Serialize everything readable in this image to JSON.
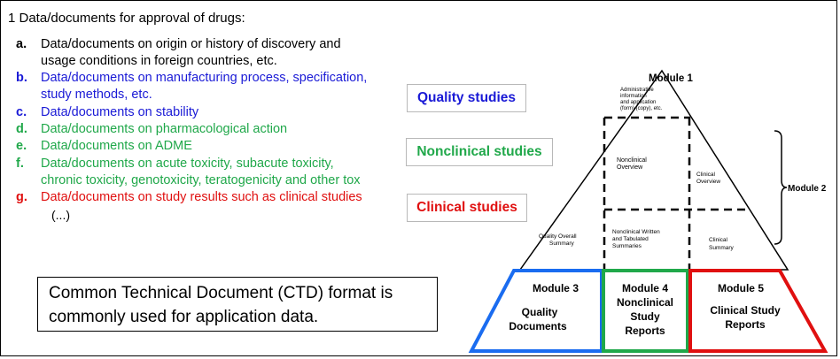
{
  "heading": "1 Data/documents for approval of drugs:",
  "items": [
    {
      "letter": "a.",
      "line1": "Data/documents on origin or history of discovery and",
      "line2": "usage conditions in foreign countries, etc.",
      "color": "#000000"
    },
    {
      "letter": "b.",
      "line1": "Data/documents on manufacturing process, specification,",
      "line2": "study methods, etc.",
      "color": "#1a1ad6"
    },
    {
      "letter": "c.",
      "line1": "Data/documents on stability",
      "color": "#1a1ad6"
    },
    {
      "letter": "d.",
      "line1": "Data/documents on pharmacological action",
      "color": "#20a84a"
    },
    {
      "letter": "e.",
      "line1": "Data/documents on ADME",
      "color": "#20a84a"
    },
    {
      "letter": "f.",
      "line1": "Data/documents on acute toxicity, subacute toxicity,",
      "line2": "chronic toxicity, genotoxicity, teratogenicity and other tox",
      "color": "#20a84a"
    },
    {
      "letter": "g.",
      "line1": "Data/documents on study results such as clinical studies",
      "color": "#e01010"
    }
  ],
  "ellipsis": "(...)",
  "badges": {
    "quality": {
      "label": "Quality studies",
      "color": "#1a1ad6"
    },
    "nonclinical": {
      "label": "Nonclinical studies",
      "color": "#20a84a"
    },
    "clinical": {
      "label": "Clinical studies",
      "color": "#e01010"
    }
  },
  "ctd_note": {
    "line1": "Common Technical Document (CTD) format is",
    "line2": "commonly used for application data."
  },
  "pyramid": {
    "module1": {
      "title": "Module 1",
      "desc1": "Administrative",
      "desc2": "information",
      "desc3": "and application",
      "desc4": "(form) (copy), etc."
    },
    "module2_label": "Module 2",
    "cells": {
      "nonclinical_overview1": "Nonclinical",
      "nonclinical_overview2": "Overview",
      "clinical_overview1": "Clinical",
      "clinical_overview2": "Overview",
      "quality_summary1": "Quality Overall",
      "quality_summary2": "Summary",
      "nonclinical_written1": "Nonclinical Written",
      "nonclinical_written2": "and Tabulated",
      "nonclinical_written3": "Summaries",
      "clinical_summary1": "Clinical",
      "clinical_summary2": "Summary"
    },
    "module3": {
      "title": "Module 3",
      "line1": "Quality",
      "line2": "Documents",
      "color": "#1a6cf0"
    },
    "module4": {
      "title": "Module 4",
      "line1": "Nonclinical",
      "line2": "Study",
      "line3": "Reports",
      "color": "#20a84a"
    },
    "module5": {
      "title": "Module 5",
      "line1": "Clinical Study",
      "line2": "Reports",
      "color": "#e01010"
    }
  }
}
